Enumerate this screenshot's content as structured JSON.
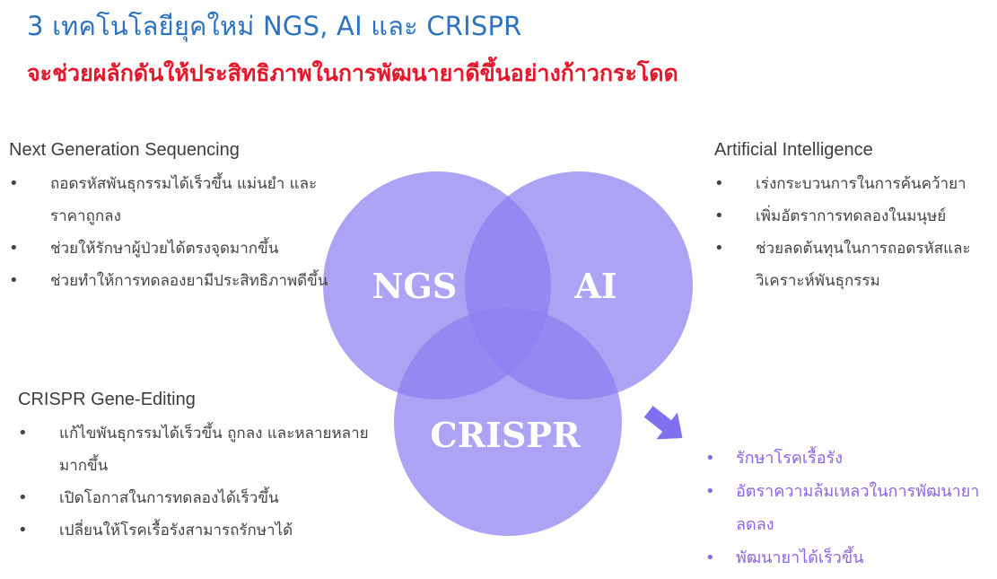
{
  "header": {
    "title": "3 เทคโนโลยียุคใหม่ NGS, AI และ CRISPR",
    "subtitle": "จะช่วยผลักดันให้ประสิทธิภาพในการพัฒนายาดีขึ้นอย่างก้าวกระโดด"
  },
  "ngs": {
    "heading": "Next Generation Sequencing",
    "bullets": [
      "ถอดรหัสพันธุกรรมได้เร็วขึ้น แม่นยำ และราคาถูกลง",
      "ช่วยให้รักษาผู้ป่วยได้ตรงจุดมากขึ้น",
      "ช่วยทำให้การทดลองยามีประสิทธิภาพดีขึ้น"
    ]
  },
  "ai": {
    "heading": "Artificial Intelligence",
    "bullets": [
      "เร่งกระบวนการในการค้นคว้ายา",
      "เพิ่มอัตราการทดลองในมนุษย์",
      "ช่วยลดต้นทุนในการถอดรหัสและวิเคราะห์พันธุกรรม"
    ]
  },
  "crispr": {
    "heading": "CRISPR Gene-Editing",
    "bullets": [
      "แก้ไขพันธุกรรมได้เร็วขึ้น ถูกลง และหลายหลายมากขึ้น",
      "เปิดโอกาสในการทดลองได้เร็วขึ้น",
      "เปลี่ยนให้โรคเรื้อรังสามารถรักษาได้"
    ]
  },
  "venn": {
    "labels": {
      "ngs": "NGS",
      "ai": "AI",
      "crispr": "CRISPR"
    },
    "colors": {
      "circle": "#8c7ff0",
      "arrow": "#7e70ee"
    }
  },
  "outcomes": {
    "bullets": [
      "รักษาโรคเรื้อรัง",
      "อัตราความล้มเหลวในการพัฒนายาลดลง",
      "พัฒนายาได้เร็วขึ้น"
    ],
    "color": "#8a64ea"
  }
}
